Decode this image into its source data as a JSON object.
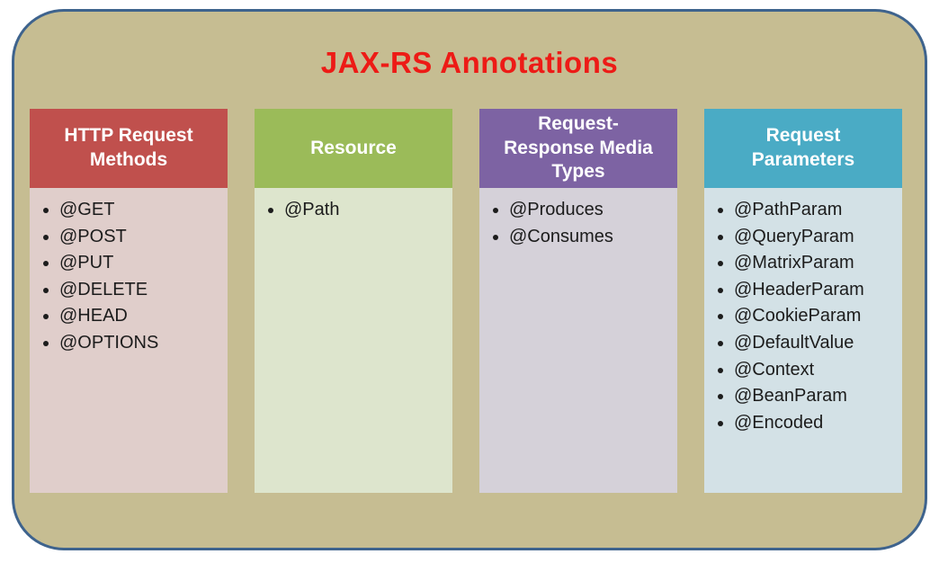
{
  "title": "JAX-RS Annotations",
  "colors": {
    "page_bg": "#ffffff",
    "container_bg": "#c6bd92",
    "container_border": "#3e638d",
    "title": "#ed1b16",
    "header_text": "#ffffff",
    "item_text": "#1c1c1c"
  },
  "columns": [
    {
      "label": "HTTP Request Methods",
      "header_bg": "#c0504d",
      "body_bg": "#e0cecb",
      "items": [
        "@GET",
        "@POST",
        "@PUT",
        "@DELETE",
        "@HEAD",
        "@OPTIONS"
      ]
    },
    {
      "label": "Resource",
      "header_bg": "#9bbb59",
      "body_bg": "#dde5cd",
      "items": [
        "@Path"
      ]
    },
    {
      "label": "Request-Response Media Types",
      "header_bg": "#7d63a3",
      "body_bg": "#d5d1d9",
      "items": [
        "@Produces",
        "@Consumes"
      ]
    },
    {
      "label": "Request Parameters",
      "header_bg": "#4aabc5",
      "body_bg": "#d3e1e6",
      "items": [
        "@PathParam",
        "@QueryParam",
        "@MatrixParam",
        "@HeaderParam",
        "@CookieParam",
        "@DefaultValue",
        "@Context",
        "@BeanParam",
        "@Encoded"
      ]
    }
  ]
}
